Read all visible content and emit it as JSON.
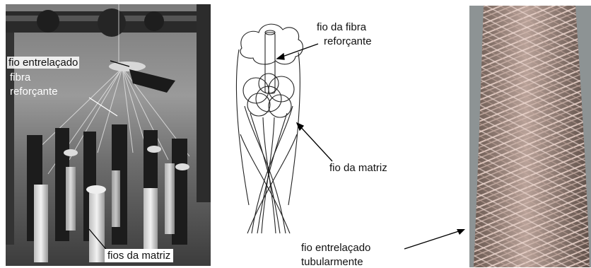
{
  "left_photo": {
    "label_braided": "fio entrelaçado",
    "label_fiber_1": "fibra",
    "label_fiber_2": "reforçante",
    "label_matrix": "fios da matriz"
  },
  "diagram": {
    "label_fiber_1": "fio da fibra",
    "label_fiber_2": "reforçante",
    "label_matrix": "fio da matriz",
    "label_tubular_1": "fio entrelaçado",
    "label_tubular_2": "tubularmente"
  }
}
